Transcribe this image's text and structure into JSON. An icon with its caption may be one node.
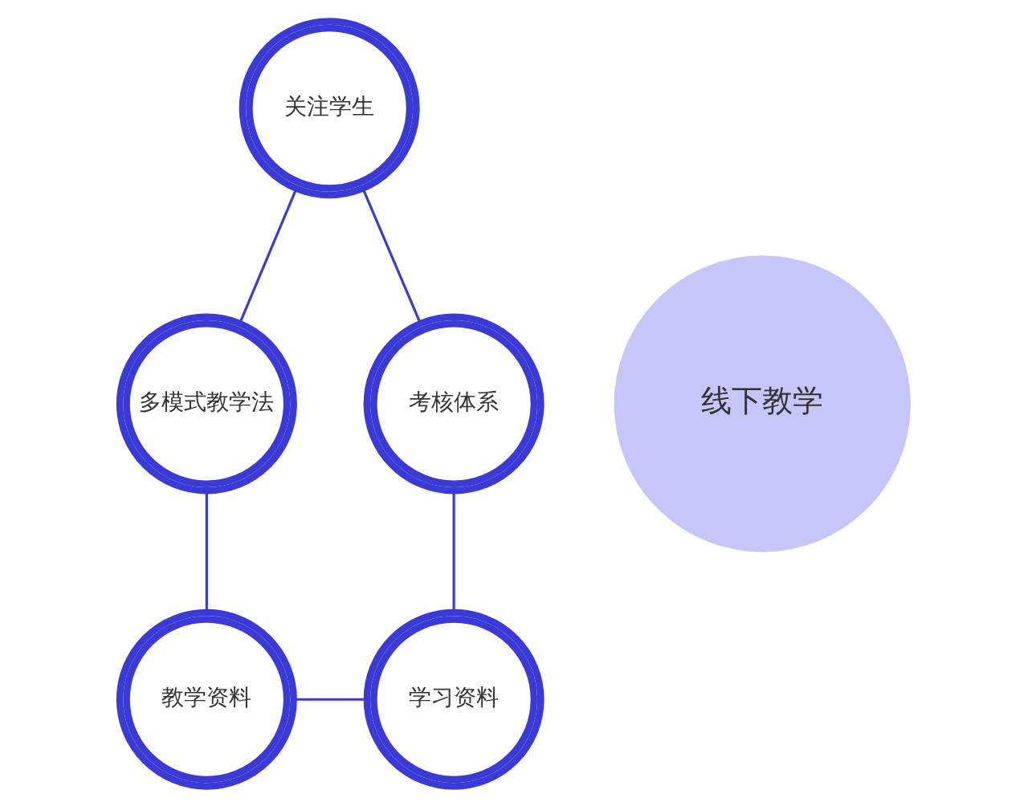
{
  "diagram": {
    "nodes": [
      {
        "text": [
          "关注学生"
        ]
      },
      {
        "text": [
          "考核体系"
        ]
      },
      {
        "text": [
          "线下教学"
        ]
      },
      {
        "text": [
          "多模式教学法"
        ]
      },
      {
        "text": [
          "学习资料"
        ]
      },
      {
        "text": [
          "教学资料"
        ]
      }
    ],
    "edges": [
      {
        "from": 0,
        "to": 3,
        "arrow": "none"
      },
      {
        "from": 3,
        "to": 5,
        "arrow": "none"
      },
      {
        "from": 5,
        "to": 4,
        "arrow": "none"
      },
      {
        "from": 4,
        "to": 1,
        "arrow": "none"
      },
      {
        "from": 1,
        "to": 0,
        "arrow": "none"
      }
    ]
  }
}
